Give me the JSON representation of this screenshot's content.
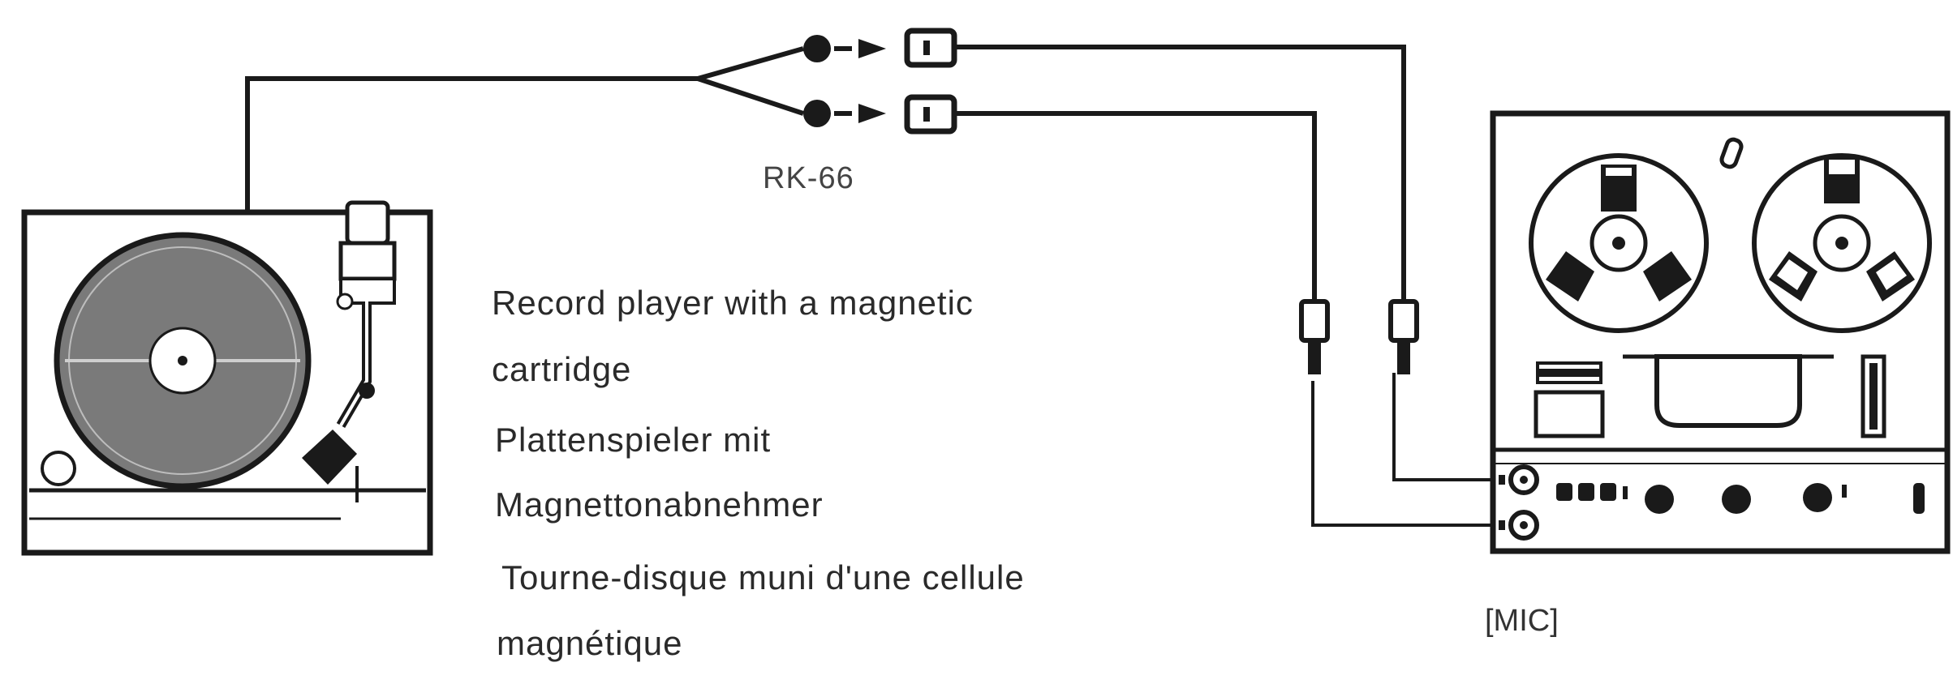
{
  "connector": {
    "label": "RK-66"
  },
  "input_label": "[MIC]",
  "captions": [
    "Record player with a magnetic",
    "cartridge",
    "Plattenspieler mit",
    "Magnettonabnehmer",
    "Tourne-disque muni d'une cellule",
    "magnétique"
  ],
  "colors": {
    "ink": "#1a1a1a",
    "platter": "#777777",
    "paper": "#ffffff"
  }
}
